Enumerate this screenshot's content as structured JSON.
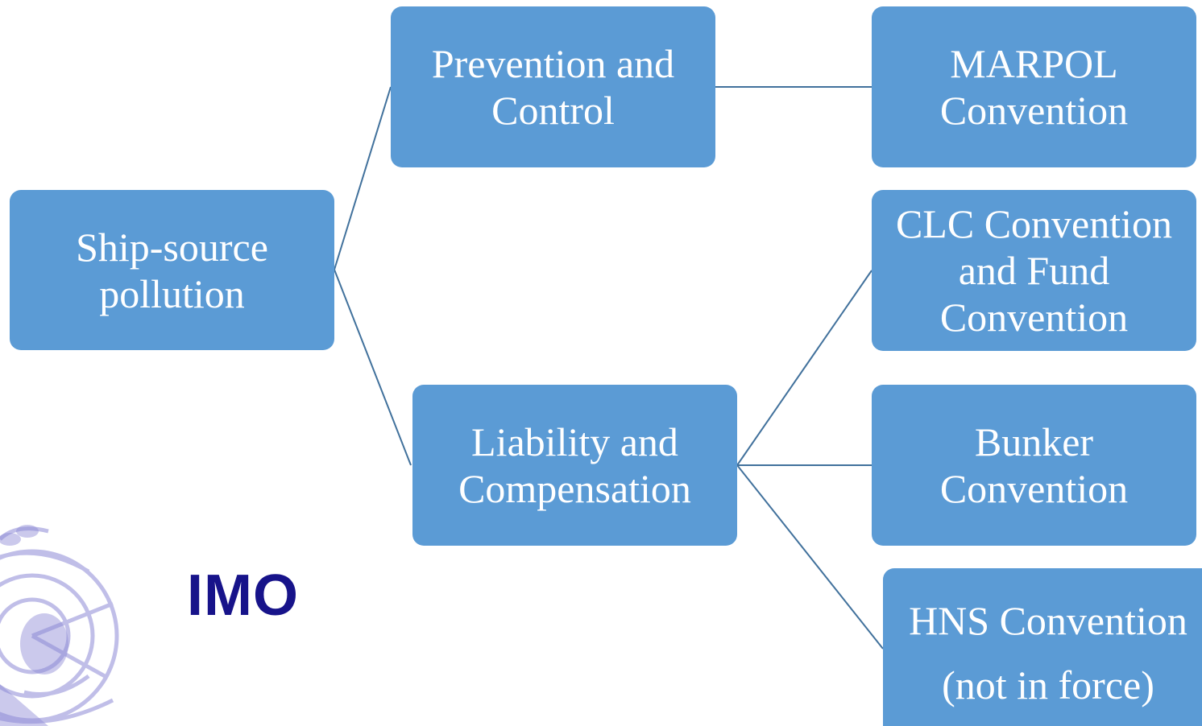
{
  "nodes": {
    "root": "Ship-source\npollution",
    "prevention": "Prevention and\nControl",
    "liability": "Liability and\nCompensation",
    "marpol": "MARPOL\nConvention",
    "clc": "CLC Convention\nand Fund\nConvention",
    "bunker": "Bunker\nConvention",
    "hns": "HNS Convention\n(not in force)"
  },
  "logo": {
    "text": "IMO"
  },
  "colors": {
    "node_fill": "#5b9bd5",
    "connector": "#41719c",
    "node_text": "#ffffff",
    "logo_text": "#17138a"
  }
}
